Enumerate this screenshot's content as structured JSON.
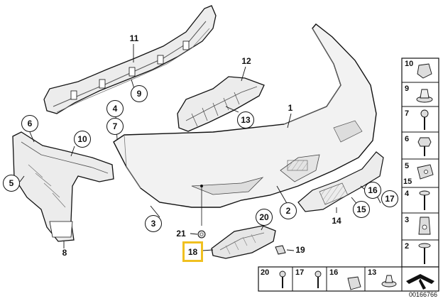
{
  "callouts": {
    "c1": "1",
    "c2": "2",
    "c3": "3",
    "c4": "4",
    "c5": "5",
    "c6": "6",
    "c7": "7",
    "c8": "8",
    "c9": "9",
    "c10": "10",
    "c11": "11",
    "c12": "12",
    "c13": "13",
    "c14": "14",
    "c15": "15",
    "c16": "16",
    "c17": "17",
    "c18": "18",
    "c19": "19",
    "c20": "20",
    "c21": "21"
  },
  "highlighted_part": "18",
  "side_panel": [
    "10",
    "9",
    "7",
    "6",
    "5",
    "15",
    "4",
    "3",
    "2"
  ],
  "bottom_panel": [
    "20",
    "17",
    "16",
    "13"
  ],
  "diagram_id": "00166766",
  "colors": {
    "highlight": "#f0c020",
    "line": "#111111",
    "part_fill": "#efefef"
  }
}
